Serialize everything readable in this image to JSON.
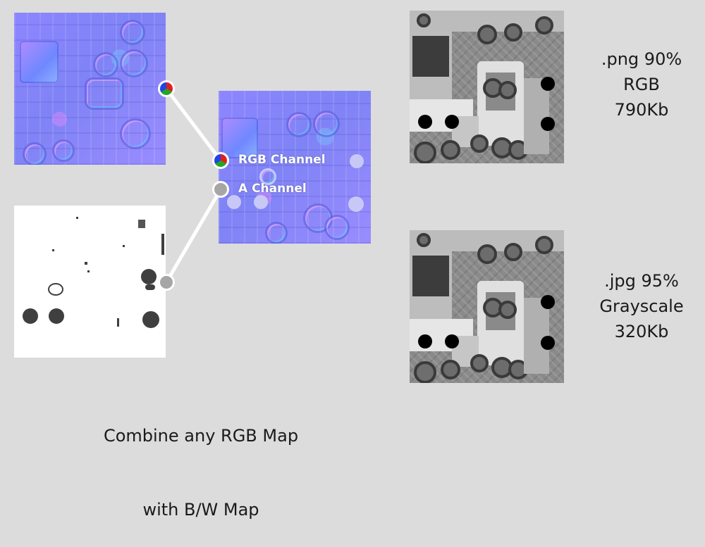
{
  "labels": {
    "rgb_channel": "RGB Channel",
    "a_channel": "A Channel"
  },
  "caption": {
    "line1": "Combine any RGB Map",
    "line2": "with B/W Map"
  },
  "outputs": [
    {
      "format": ".png 90%",
      "mode": "RGB",
      "size": "790Kb"
    },
    {
      "format": ".jpg 95%",
      "mode": "Grayscale",
      "size": "320Kb"
    }
  ],
  "icons": {
    "rgb_node": "rgb-color-wheel-icon",
    "alpha_node": "gray-circle-icon"
  },
  "colors": {
    "background": "#dcdcdc",
    "normal_map": "#8080f6",
    "connector": "#ffffff",
    "alpha_node": "#a6a6a6"
  }
}
